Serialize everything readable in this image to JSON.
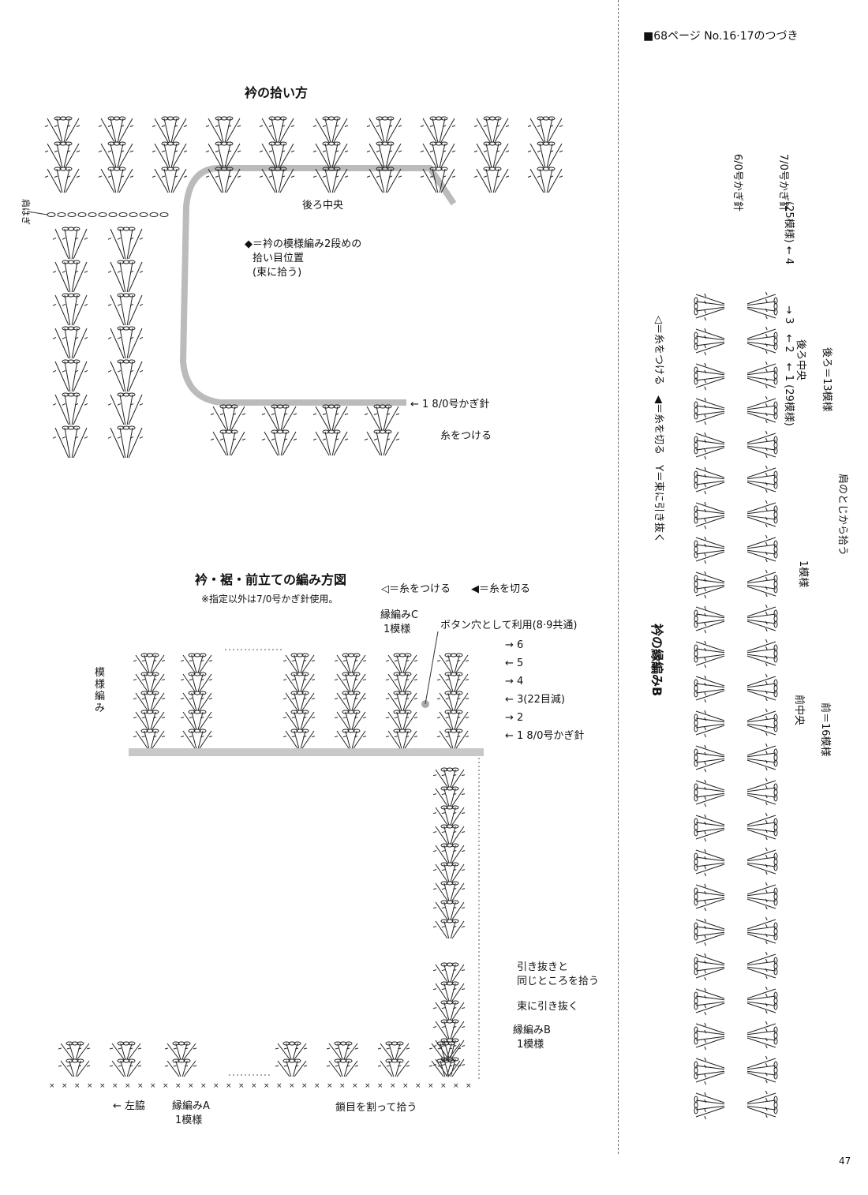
{
  "header": {
    "continuation": "■68ページ No.16·17のつづき"
  },
  "collar_pickup": {
    "title": "衿の拾い方",
    "shoulder_seam": "肩はぎ",
    "back_center": "後ろ中央",
    "note_line1": "◆＝衿の模様編み2段めの",
    "note_line2": "拾い目位置",
    "note_line3": "(束に拾う)",
    "row1": "← 1 8/0号かぎ針",
    "attach_yarn": "糸をつける"
  },
  "edging_chart": {
    "title": "衿・裾・前立ての編み方図",
    "note": "※指定以外は7/0号かぎ針使用。",
    "legend_attach": "◁＝糸をつける",
    "legend_cut": "◀＝糸を切る",
    "edging_c": "縁編みC",
    "edging_c_repeat": "1模様",
    "buttonhole": "ボタン穴として利用(8·9共通)",
    "pattern_stitch": "模様編み",
    "rows": [
      "→ 6",
      "← 5",
      "→ 4",
      "← 3(22目減)",
      "→ 2",
      "← 1 8/0号かぎ針"
    ],
    "pickup_same": "引き抜きと",
    "pickup_same2": "同じところを拾う",
    "slip_bundle": "束に引き抜く",
    "edging_b": "縁編みB",
    "edging_b_repeat": "1模様",
    "left_side": "← 左脇",
    "edging_a": "縁編みA",
    "edging_a_repeat": "1模様",
    "split_chain": "鎖目を割って拾う"
  },
  "collar_edging_b": {
    "title": "衿の縁編みB",
    "legend": "◁＝糸をつける　◀＝糸を切る　Y＝束に引き抜く",
    "rows_top": "(25模様) ← 4　　　　→ 3　← 2　← 1 (29模様)",
    "hook_6": "6/0号かぎ針",
    "hook_7": "7/0号かぎ針",
    "back_center": "後ろ中央",
    "back_count": "後ろ＝13模様",
    "shoulder_pickup": "肩のとじから拾う",
    "one_repeat": "1模様",
    "front_center": "前中央",
    "front_count": "前＝16模様"
  },
  "page_number": "47"
}
